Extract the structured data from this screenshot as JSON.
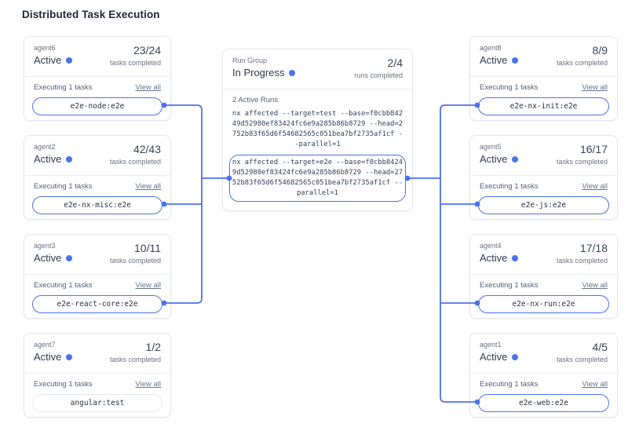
{
  "header": {
    "title": "Distributed Task Execution"
  },
  "colors": {
    "accent": "#4c72ef"
  },
  "labels": {
    "tasks_completed": "tasks completed",
    "runs_completed": "runs completed",
    "executing": "Executing 1 tasks",
    "view_all": "View all",
    "active_runs": "2 Active Runs"
  },
  "run_group": {
    "label": "Run Group",
    "status": "In Progress",
    "progress": "2/4",
    "commands": [
      {
        "text": "nx affected --target=test --base=f0cbb84249d52980ef83424fc6e9a285b86b8729 --head=2752b83f65d6f54682565c051bea7bf2735af1cf --parallel=1",
        "highlighted": false
      },
      {
        "text": "nx affected --target=e2e --base=f0cbb84249d52980ef83424fc6e9a285b86b8729 --head=2752b83f65d6f54682565c051bea7bf2735af1cf --parallel=1",
        "highlighted": true
      }
    ]
  },
  "agents_left": [
    {
      "name": "agent6",
      "status": "Active",
      "progress": "23/24",
      "task": "e2e-node:e2e",
      "highlighted": true
    },
    {
      "name": "agent2",
      "status": "Active",
      "progress": "42/43",
      "task": "e2e-nx-misc:e2e",
      "highlighted": true
    },
    {
      "name": "agent3",
      "status": "Active",
      "progress": "10/11",
      "task": "e2e-react-core:e2e",
      "highlighted": true
    },
    {
      "name": "agent7",
      "status": "Active",
      "progress": "1/2",
      "task": "angular:test",
      "highlighted": false
    }
  ],
  "agents_right": [
    {
      "name": "agent8",
      "status": "Active",
      "progress": "8/9",
      "task": "e2e-nx-init:e2e",
      "highlighted": true
    },
    {
      "name": "agent5",
      "status": "Active",
      "progress": "16/17",
      "task": "e2e-js:e2e",
      "highlighted": true
    },
    {
      "name": "agent4",
      "status": "Active",
      "progress": "17/18",
      "task": "e2e-nx-run:e2e",
      "highlighted": true
    },
    {
      "name": "agent1",
      "status": "Active",
      "progress": "4/5",
      "task": "e2e-web:e2e",
      "highlighted": true
    }
  ]
}
